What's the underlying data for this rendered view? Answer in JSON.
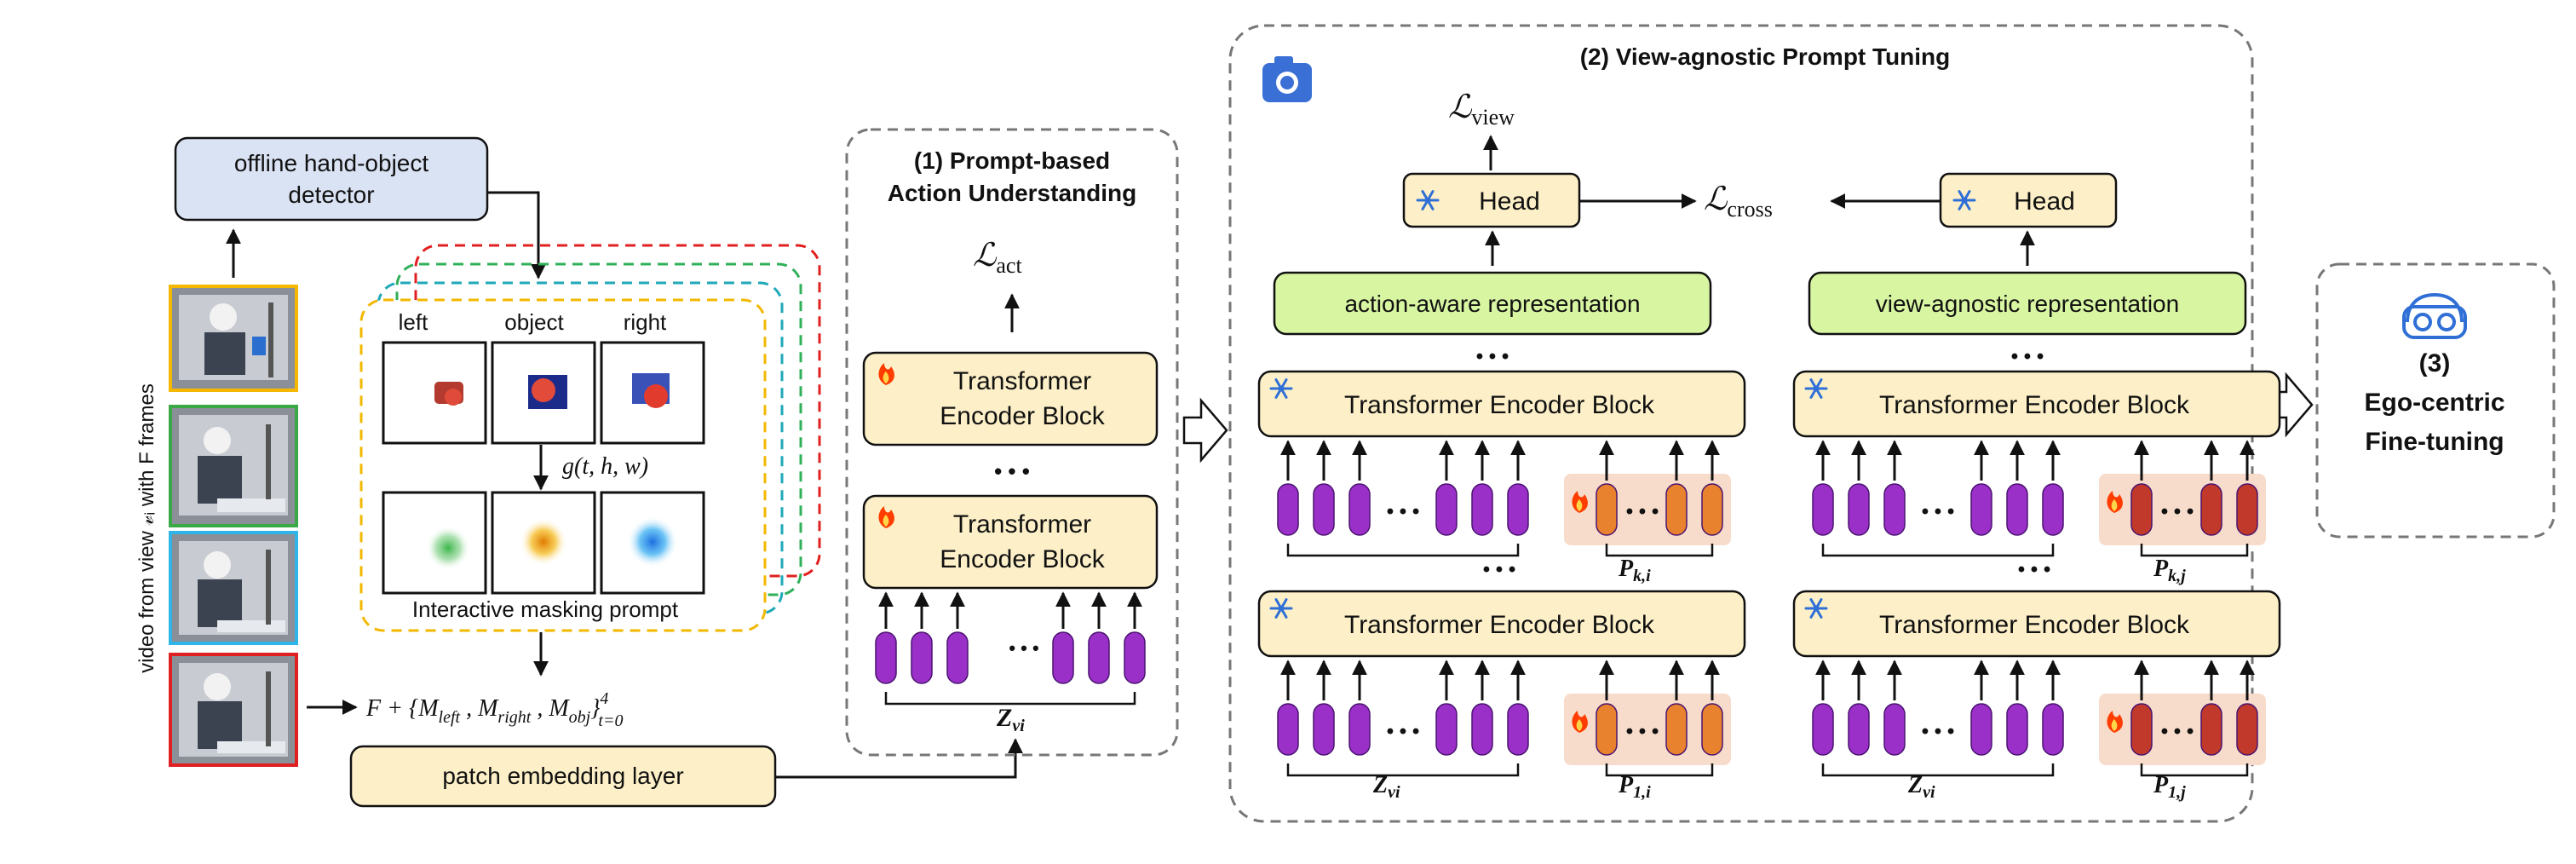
{
  "detector": {
    "label_line1": "offline hand-object",
    "label_line2": "detector"
  },
  "video": {
    "side_label": "video from view 𝓋ᵢ with F frames"
  },
  "crops": {
    "left": "left",
    "object": "object",
    "right": "right"
  },
  "heatmap_fn": "g(t, h, w)",
  "mask_prompt_label": "Interactive masking prompt",
  "formula": {
    "prefix": "F + {M",
    "sub_left": "left",
    "sep1": " , M",
    "sub_right": "right",
    "sep2": " , M",
    "sub_obj": "obj",
    "close": "}",
    "sup": "4",
    "sub_range": "t=0"
  },
  "patch_embedding": {
    "label": "patch embedding layer"
  },
  "stage1": {
    "title_line1": "(1) Prompt-based",
    "title_line2": "Action Understanding",
    "loss": "ℒ",
    "loss_sub": "act",
    "block_line1": "Transformer",
    "block_line2": "Encoder Block",
    "dots": "• • •",
    "token_dots": "• • •",
    "z_label": "Z",
    "z_sub": "vi"
  },
  "stage2": {
    "title": "(2) View-agnostic Prompt Tuning",
    "loss_view": "ℒ",
    "loss_view_sub": "view",
    "loss_cross": "ℒ",
    "loss_cross_sub": "cross",
    "head_label": "Head",
    "repr_left": "action-aware representation",
    "repr_right": "view-agnostic representation",
    "block_label": "Transformer Encoder Block",
    "dots": "• • •",
    "z_label": "Z",
    "z_sub": "vi",
    "p_label": "P",
    "p_k_i": "k,i",
    "p_1_i": "1,i",
    "p_k_j": "k,j",
    "p_1_j": "1,j"
  },
  "stage3": {
    "line1": "(3)",
    "line2": "Ego-centric",
    "line3": "Fine-tuning"
  },
  "icons": {
    "camera": "camera-icon",
    "vr": "vr-headset-icon",
    "snowflake": "snowflake-icon",
    "fire": "fire-icon"
  },
  "colors": {
    "detector_fill": "#dae3f3",
    "repr_fill": "#d8f5a2",
    "block_fill": "#fdf0c8",
    "token_purple": "#9b30c9",
    "prompt_orange": "#e8822e",
    "prompt_red": "#c0392b",
    "prompt_bg": "#f8dccb",
    "frame_orange": "#f5b800",
    "frame_green": "#3aa845",
    "frame_blue": "#2fb5e8",
    "frame_red": "#e02020",
    "dash_red": "#e02020",
    "dash_green": "#30b05a",
    "dash_teal": "#1fa9b8",
    "dash_yellow": "#f2b800"
  }
}
